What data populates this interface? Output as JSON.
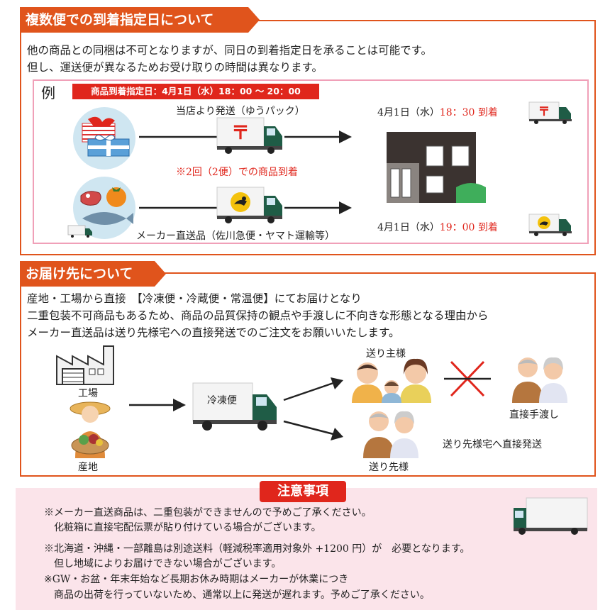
{
  "section1": {
    "title": "複数便での到着指定日について",
    "line1": "他の商品との同梱は不可となりますが、同日の到着指定日を承ることは可能です。",
    "line2": "但し、運送便が異なるためお受け取りの時間は異なります。",
    "example_label": "例",
    "banner": "商品到着指定日：4月1日（水）18：00 ～ 20：00",
    "route1_label": "当店より発送（ゆうパック）",
    "route1_arrival_prefix": "4月1日（水）",
    "route1_arrival_time": "18：30 到着",
    "note": "※2回（2便）での商品到着",
    "route2_label": "メーカー直送品（佐川急便・ヤマト運輸等）",
    "route2_arrival_prefix": "4月1日（水）",
    "route2_arrival_time": "19：00 到着"
  },
  "section2": {
    "title": "お届け先について",
    "line1": "産地・工場から直接　【冷凍便・冷蔵便・常温便】にてお届けとなり",
    "line2": "二重包装不可商品もあるため、商品の品質保持の観点や手渡しに不向きな形態となる理由から",
    "line3": "メーカー直送品は送り先様宅への直接発送でのご注文をお願いいたします。",
    "factory_label": "工場",
    "farm_label": "産地",
    "truck_label": "冷凍便",
    "sender_label": "送り主様",
    "handover_label": "直接手渡し",
    "recipient_label": "送り先様",
    "direct_label": "送り先様宅へ直接発送"
  },
  "section3": {
    "title": "注意事項",
    "notes": [
      "※メーカー直送商品は、二重包装ができませんので予めご了承ください。",
      "化粧箱に直接宅配伝票が貼り付けている場合がございます。",
      "※北海道・沖縄・一部離島は別途送料（軽減税率適用対象外 +1200 円）が　必要となります。",
      "但し地域によりお届けできない場合がございます。",
      "※GW・お盆・年末年始など長期お休み時期はメーカーが休業につき",
      "商品の出荷を行っていないため、通常以上に発送が遅れます。予めご了承ください。"
    ]
  },
  "colors": {
    "accent": "#e0541c",
    "red": "#e0261c",
    "pink_border": "#f0a0b8",
    "notice_bg": "#fbe4ea",
    "truck_green": "#1f5c46"
  }
}
